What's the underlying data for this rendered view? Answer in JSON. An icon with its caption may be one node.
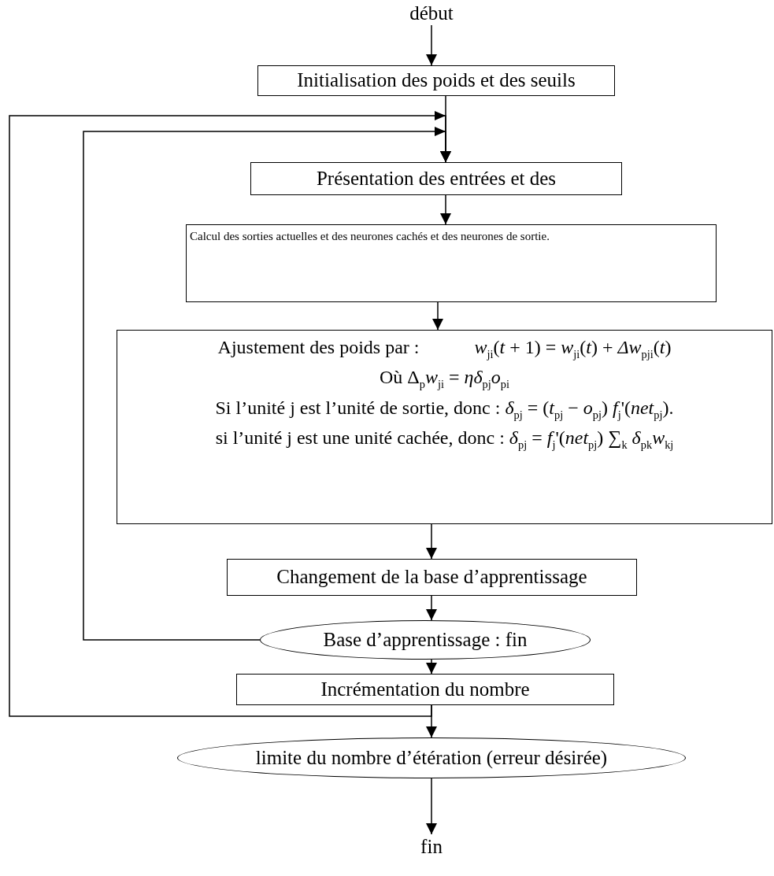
{
  "diagram": {
    "nodes": [
      {
        "text": [
          "début"
        ]
      },
      {
        "text": [
          "Initialisation des poids et des seuils"
        ]
      },
      {
        "text": [
          "Présentation des entrées et des"
        ]
      },
      {
        "text": [
          "Calcul des sorties actuelles et des neurones cachés et des neurones de sortie."
        ]
      },
      {
        "text": [
          "Ajustement des poids par :",
          "*w*$_{ji}$(*t* + 1) = *w*$_{ji}$(*t*) + *Δw*$_{pji}$(*t*)",
          "Où Δ$_{p}$*w*$_{ji}$ = *ηδ*$_{pj}$*o*$_{pi}$",
          "Si l’unité j est l’unité de sortie, donc : *δ*$_{pj}$ = (*t*$_{pj}$ − *o*$_{pj}$) *f*$_{j}$'(*net*$_{pj}$).",
          "si l’unité j est une unité cachée, donc : *δ*$_{pj}$ = *f*$_{j}$'(*net*$_{pj}$) ∑$_{k}$ *δ*$_{pk}$*w*$_{kj}$"
        ]
      },
      {
        "text": [
          "Changement de la base d’apprentissage"
        ]
      },
      {
        "text": [
          "Base d’apprentissage : fin"
        ]
      },
      {
        "text": [
          "Incrémentation  du nombre"
        ]
      },
      {
        "text": [
          "limite du nombre d’étération (erreur désirée)"
        ]
      },
      {
        "text": [
          "fin"
        ]
      }
    ],
    "edges": [
      {
        "from": 0,
        "to": 1,
        "arrow": "to"
      },
      {
        "from": 1,
        "to": 2,
        "arrow": "to"
      },
      {
        "from": 2,
        "to": 3,
        "arrow": "to"
      },
      {
        "from": 3,
        "to": 4,
        "arrow": "to"
      },
      {
        "from": 4,
        "to": 5,
        "arrow": "to"
      },
      {
        "from": 5,
        "to": 6,
        "arrow": "to"
      },
      {
        "from": 6,
        "to": 7,
        "arrow": "to"
      },
      {
        "from": 7,
        "to": 8,
        "arrow": "to"
      },
      {
        "from": 8,
        "to": 9,
        "arrow": "to"
      },
      {
        "from": 6,
        "to": 2,
        "arrow": "to"
      },
      {
        "from": 7,
        "to": 2,
        "arrow": "to"
      }
    ]
  }
}
